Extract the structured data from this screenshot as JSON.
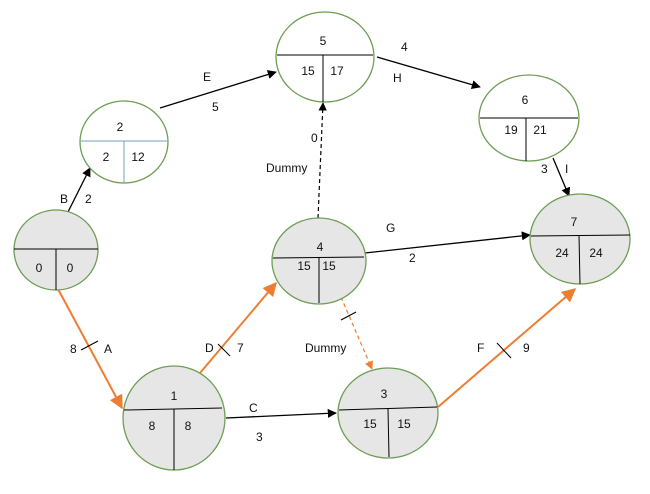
{
  "colors": {
    "node_fill_white": "#ffffff",
    "node_fill_grey": "#e6e6e6",
    "node_stroke": "#6e9e54",
    "divider_blue": "#6fa3bf",
    "critical_orange": "#ed7d31",
    "normal_black": "#000000"
  },
  "nodes": [
    {
      "id": "n0",
      "label": "",
      "es": "0",
      "lf": "0"
    },
    {
      "id": "n1",
      "label": "1",
      "es": "8",
      "lf": "8"
    },
    {
      "id": "n2",
      "label": "2",
      "es": "2",
      "lf": "12"
    },
    {
      "id": "n3",
      "label": "3",
      "es": "15",
      "lf": "15"
    },
    {
      "id": "n4",
      "label": "4",
      "es": "15",
      "lf": "15"
    },
    {
      "id": "n5",
      "label": "5",
      "es": "15",
      "lf": "17"
    },
    {
      "id": "n6",
      "label": "6",
      "es": "19",
      "lf": "21"
    },
    {
      "id": "n7",
      "label": "7",
      "es": "24",
      "lf": "24"
    }
  ],
  "activities": [
    {
      "id": "A",
      "label": "A",
      "duration": "8",
      "critical": true
    },
    {
      "id": "B",
      "label": "B",
      "duration": "2",
      "critical": false
    },
    {
      "id": "C",
      "label": "C",
      "duration": "3",
      "critical": false
    },
    {
      "id": "D",
      "label": "D",
      "duration": "7",
      "critical": true
    },
    {
      "id": "E",
      "label": "E",
      "duration": "5",
      "critical": false
    },
    {
      "id": "F",
      "label": "F",
      "duration": "9",
      "critical": true
    },
    {
      "id": "G",
      "label": "G",
      "duration": "2",
      "critical": false
    },
    {
      "id": "H",
      "label": "H",
      "duration": "4",
      "critical": false
    },
    {
      "id": "I",
      "label": "I",
      "duration": "3",
      "critical": false
    },
    {
      "id": "dummy45",
      "label": "Dummy",
      "duration": "0",
      "critical": false,
      "dummy": true
    },
    {
      "id": "dummy43",
      "label": "Dummy",
      "duration": "",
      "critical": true,
      "dummy": true
    }
  ]
}
